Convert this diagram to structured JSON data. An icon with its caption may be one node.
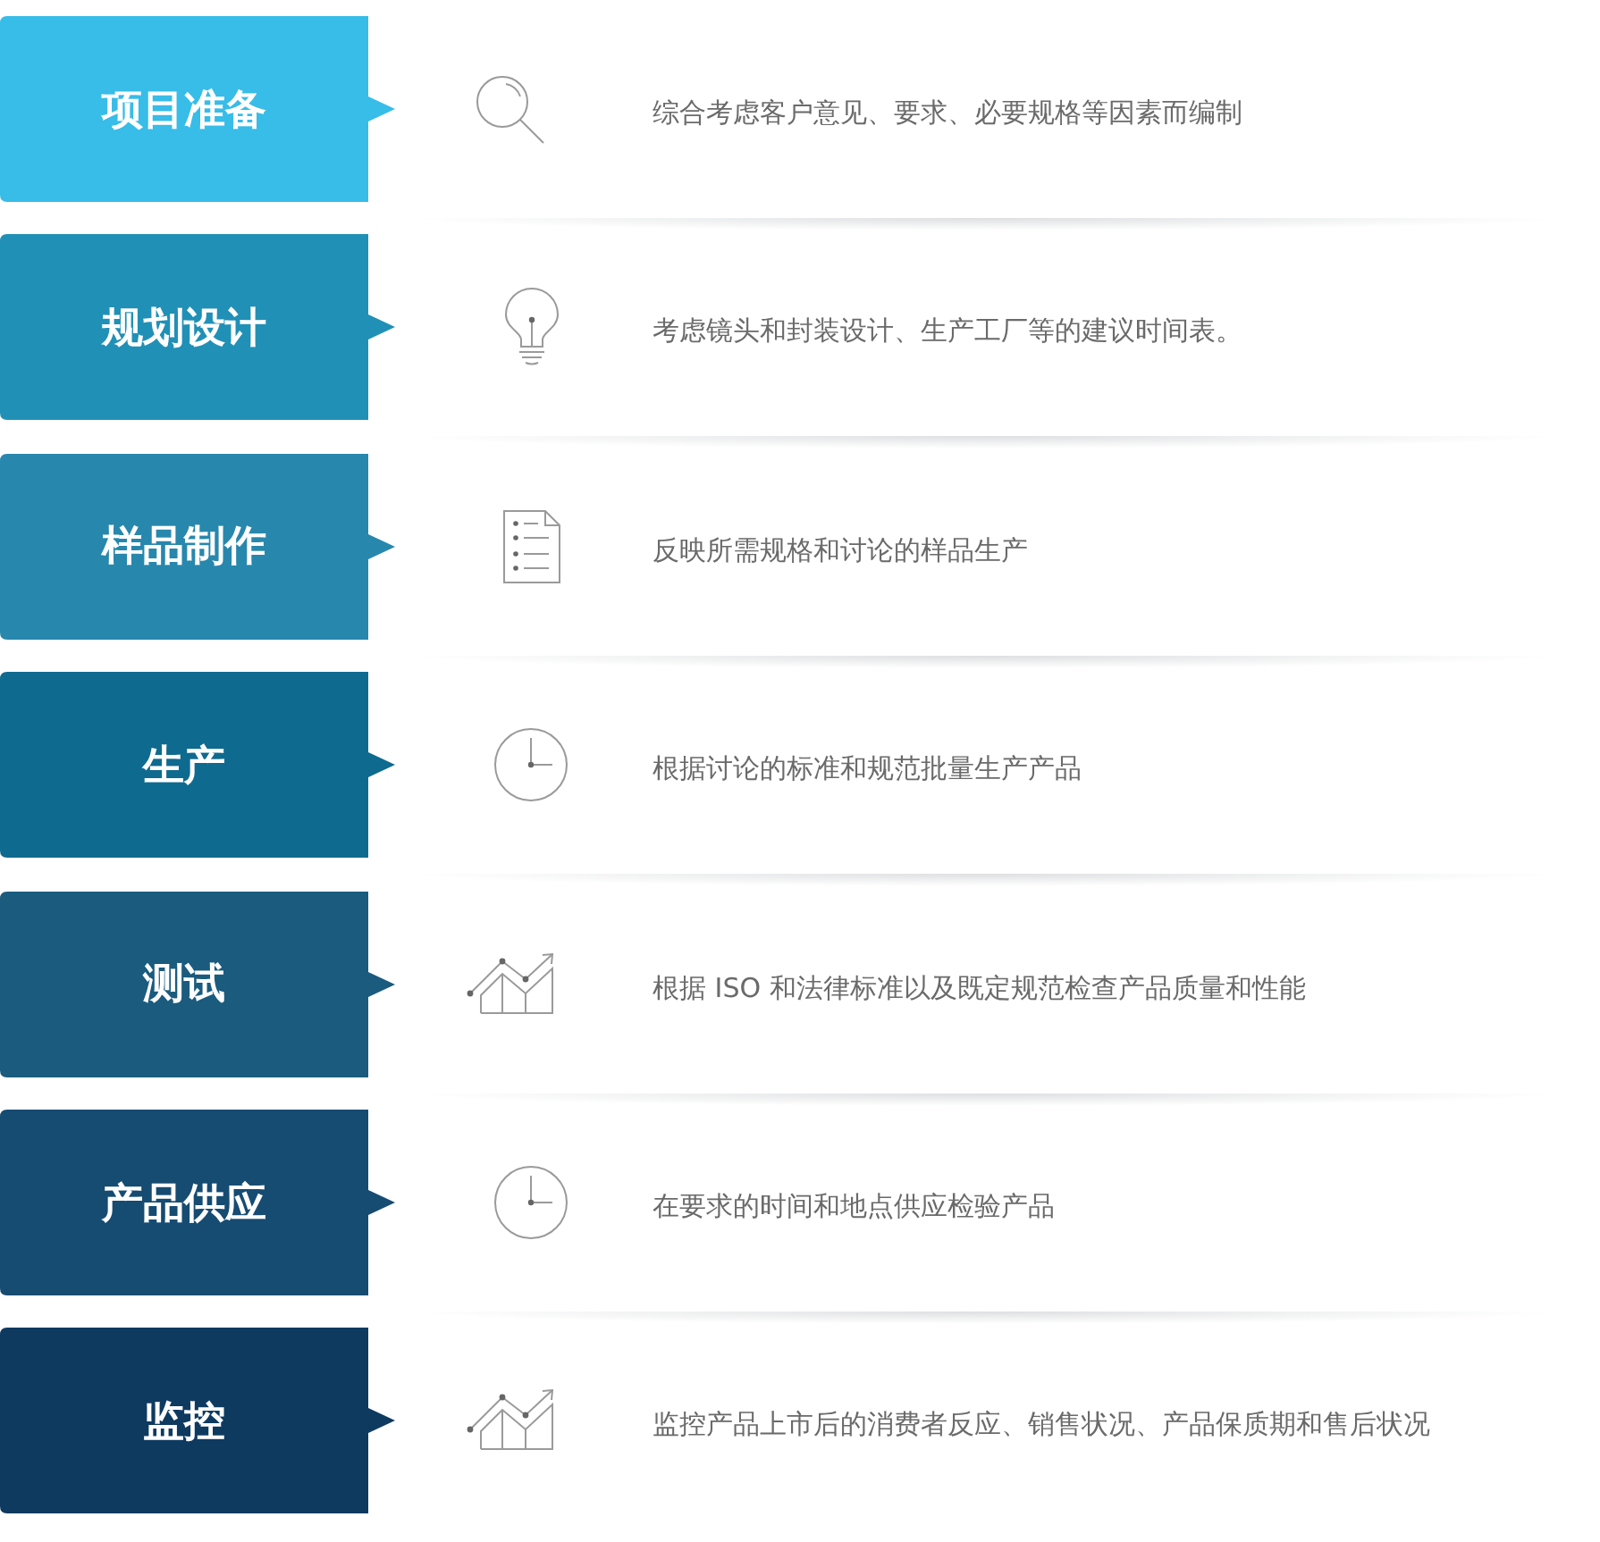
{
  "diagram": {
    "nodes": [
      {
        "text": [
          "项目准备"
        ]
      },
      {
        "text": [
          "规划设计"
        ]
      },
      {
        "text": [
          "样品制作"
        ]
      },
      {
        "text": [
          "生产"
        ]
      },
      {
        "text": [
          "测试"
        ]
      },
      {
        "text": [
          "产品供应"
        ]
      },
      {
        "text": [
          "监控"
        ]
      }
    ],
    "labels": [
      "综合考虑客户意见、要求、必要规格等因素而编制",
      "考虑镜头和封装设计、生产工厂等的建议时间表。",
      "反映所需规格和讨论的样品生产",
      "根据讨论的标准和规范批量生产产品",
      "根据 ISO 和法律标准以及既定规范检查产品质量和性能",
      "在要求的时间和地点供应检验产品",
      "监控产品上市后的消费者反应、销售状况、产品保质期和售后状况"
    ]
  }
}
